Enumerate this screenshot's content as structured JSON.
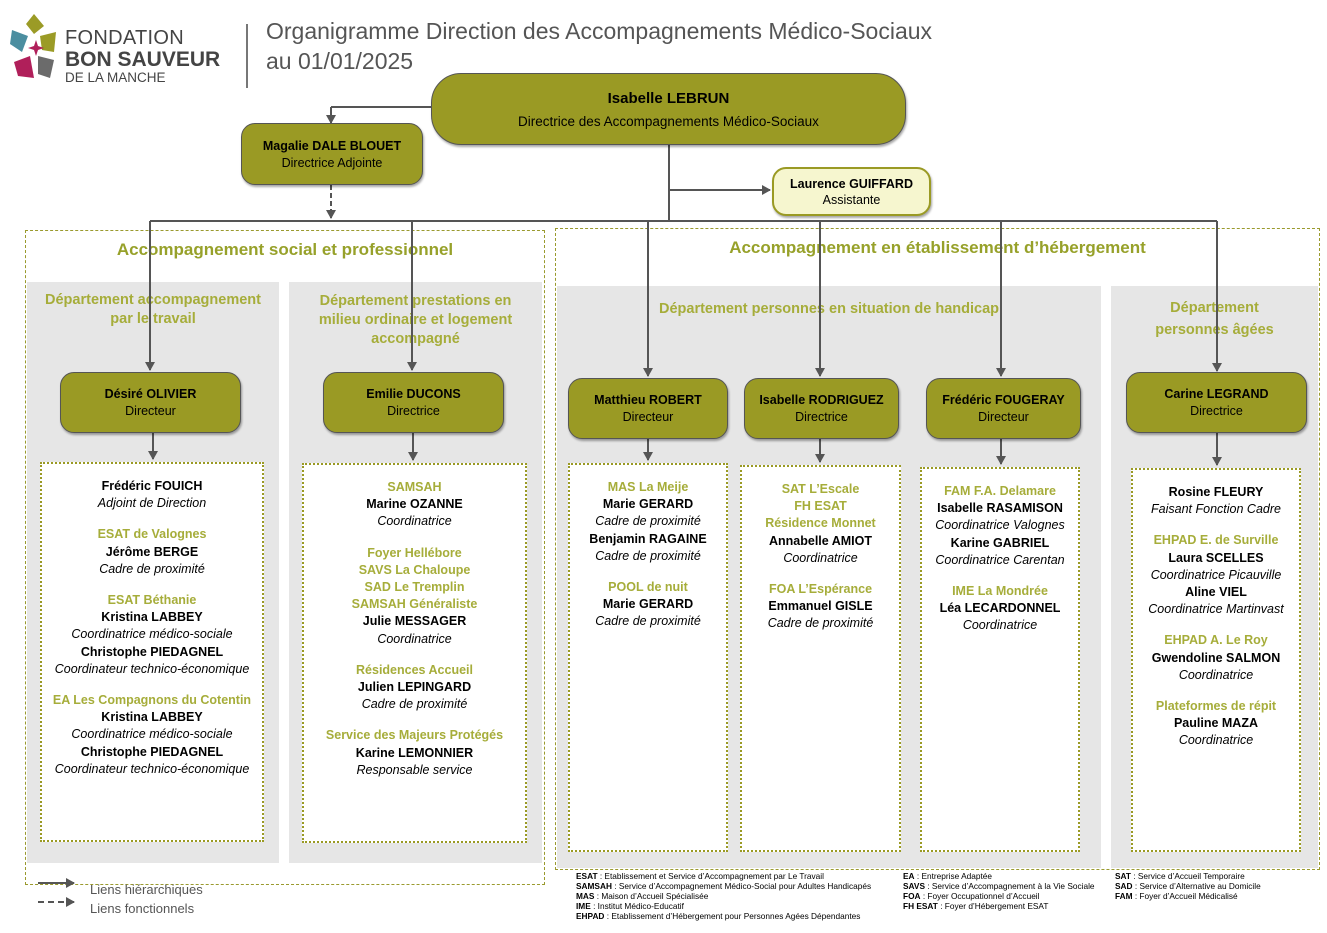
{
  "header": {
    "logo_line1": "FONDATION",
    "logo_line2": "BON SAUVEUR",
    "logo_line3": "DE LA MANCHE",
    "title_line1": "Organigramme Direction des Accompagnements Médico-Sociaux",
    "title_line2": "au 01/01/2025"
  },
  "top": {
    "director": {
      "name": "Isabelle LEBRUN",
      "role": "Directrice des Accompagnements Médico-Sociaux"
    },
    "deputy": {
      "name": "Magalie DALE BLOUET",
      "role": "Directrice Adjointe"
    },
    "assistant": {
      "name": "Laurence GUIFFARD",
      "role": "Assistante"
    }
  },
  "sections": {
    "social": "Accompagnement social et professionnel",
    "hebergement": "Accompagnement en établissement d’hébergement"
  },
  "departments": {
    "travail": {
      "title1": "Département accompagnement",
      "title2": "par le travail"
    },
    "milieu": {
      "title1": "Département prestations en",
      "title2": "milieu ordinaire et logement",
      "title3": "accompagné"
    },
    "handicap": {
      "title1": "Département personnes en situation de handicap"
    },
    "ages": {
      "title1": "Département",
      "title2": "personnes âgées"
    }
  },
  "directors": [
    {
      "name": "Désiré OLIVIER",
      "role": "Directeur"
    },
    {
      "name": "Emilie DUCONS",
      "role": "Directrice"
    },
    {
      "name": "Matthieu ROBERT",
      "role": "Directeur"
    },
    {
      "name": "Isabelle RODRIGUEZ",
      "role": "Directrice"
    },
    {
      "name": "Frédéric FOUGERAY",
      "role": "Directeur"
    },
    {
      "name": "Carine LEGRAND",
      "role": "Directrice"
    }
  ],
  "boxes": [
    [
      [
        {
          "t": "n",
          "v": "Frédéric FOUICH"
        },
        {
          "t": "r",
          "v": "Adjoint de Direction"
        }
      ],
      [
        {
          "t": "h",
          "v": "ESAT de Valognes"
        },
        {
          "t": "n",
          "v": "Jérôme BERGE"
        },
        {
          "t": "r",
          "v": "Cadre de proximité"
        }
      ],
      [
        {
          "t": "h",
          "v": "ESAT Béthanie"
        },
        {
          "t": "n",
          "v": "Kristina LABBEY"
        },
        {
          "t": "r",
          "v": "Coordinatrice médico-sociale"
        },
        {
          "t": "n",
          "v": "Christophe PIEDAGNEL"
        },
        {
          "t": "r",
          "v": "Coordinateur technico-économique"
        }
      ],
      [
        {
          "t": "h",
          "v": "EA Les Compagnons du Cotentin"
        },
        {
          "t": "n",
          "v": "Kristina LABBEY"
        },
        {
          "t": "r",
          "v": "Coordinatrice médico-sociale"
        },
        {
          "t": "n",
          "v": "Christophe PIEDAGNEL"
        },
        {
          "t": "r",
          "v": "Coordinateur technico-économique"
        }
      ]
    ],
    [
      [
        {
          "t": "h",
          "v": "SAMSAH"
        },
        {
          "t": "n",
          "v": "Marine OZANNE"
        },
        {
          "t": "r",
          "v": "Coordinatrice"
        }
      ],
      [
        {
          "t": "h",
          "v": "Foyer Hellébore"
        },
        {
          "t": "h",
          "v": "SAVS La Chaloupe"
        },
        {
          "t": "h",
          "v": "SAD Le Tremplin"
        },
        {
          "t": "h",
          "v": "SAMSAH Généraliste"
        },
        {
          "t": "n",
          "v": "Julie MESSAGER"
        },
        {
          "t": "r",
          "v": "Coordinatrice"
        }
      ],
      [
        {
          "t": "h",
          "v": "Résidences Accueil"
        },
        {
          "t": "n",
          "v": "Julien LEPINGARD"
        },
        {
          "t": "r",
          "v": "Cadre de proximité"
        }
      ],
      [
        {
          "t": "h",
          "v": "Service des Majeurs Protégés"
        },
        {
          "t": "n",
          "v": "Karine LEMONNIER"
        },
        {
          "t": "r",
          "v": "Responsable service"
        }
      ]
    ],
    [
      [
        {
          "t": "h",
          "v": "MAS La Meije"
        },
        {
          "t": "n",
          "v": "Marie GERARD"
        },
        {
          "t": "r",
          "v": "Cadre de proximité"
        },
        {
          "t": "n",
          "v": "Benjamin RAGAINE"
        },
        {
          "t": "r",
          "v": "Cadre de proximité"
        }
      ],
      [
        {
          "t": "h",
          "v": "POOL de nuit"
        },
        {
          "t": "n",
          "v": "Marie GERARD"
        },
        {
          "t": "r",
          "v": "Cadre de proximité"
        }
      ]
    ],
    [
      [
        {
          "t": "h",
          "v": "SAT L’Escale"
        },
        {
          "t": "h",
          "v": "FH ESAT"
        },
        {
          "t": "h",
          "v": "Résidence Monnet"
        },
        {
          "t": "n",
          "v": "Annabelle AMIOT"
        },
        {
          "t": "r",
          "v": "Coordinatrice"
        }
      ],
      [
        {
          "t": "h",
          "v": "FOA L’Espérance"
        },
        {
          "t": "n",
          "v": "Emmanuel GISLE"
        },
        {
          "t": "r",
          "v": "Cadre de proximité"
        }
      ]
    ],
    [
      [
        {
          "t": "h",
          "v": "FAM F.A. Delamare"
        },
        {
          "t": "n",
          "v": "Isabelle RASAMISON"
        },
        {
          "t": "r",
          "v": "Coordinatrice Valognes"
        },
        {
          "t": "n",
          "v": "Karine GABRIEL"
        },
        {
          "t": "r",
          "v": "Coordinatrice Carentan"
        }
      ],
      [
        {
          "t": "h",
          "v": "IME La Mondrée"
        },
        {
          "t": "n",
          "v": "Léa LECARDONNEL"
        },
        {
          "t": "r",
          "v": "Coordinatrice"
        }
      ]
    ],
    [
      [
        {
          "t": "n",
          "v": "Rosine FLEURY"
        },
        {
          "t": "r",
          "v": "Faisant Fonction Cadre"
        }
      ],
      [
        {
          "t": "h",
          "v": "EHPAD E. de Surville"
        },
        {
          "t": "n",
          "v": "Laura SCELLES"
        },
        {
          "t": "r",
          "v": "Coordinatrice Picauville"
        },
        {
          "t": "n",
          "v": "Aline VIEL"
        },
        {
          "t": "r",
          "v": "Coordinatrice Martinvast"
        }
      ],
      [
        {
          "t": "h",
          "v": "EHPAD A. Le Roy"
        },
        {
          "t": "n",
          "v": "Gwendoline SALMON"
        },
        {
          "t": "r",
          "v": "Coordinatrice"
        }
      ],
      [
        {
          "t": "h",
          "v": "Plateformes de répit"
        },
        {
          "t": "n",
          "v": "Pauline MAZA"
        },
        {
          "t": "r",
          "v": "Coordinatrice"
        }
      ]
    ]
  ],
  "legend": {
    "hierarchical": "Liens hiérarchiques",
    "functional": "Liens fonctionnels"
  },
  "abbreviations": [
    [
      {
        "k": "ESAT",
        "v": " : Etablissement et Service d’Accompagnement par Le Travail"
      },
      {
        "k": "SAMSAH",
        "v": " : Service d’Accompagnement Médico-Social pour Adultes Handicapés"
      },
      {
        "k": "MAS",
        "v": " : Maison d’Accueil Spécialisée"
      },
      {
        "k": "IME",
        "v": " : Institut Médico-Educatif"
      },
      {
        "k": "EHPAD",
        "v": " : Etablissement d’Hébergement pour Personnes Agées Dépendantes"
      }
    ],
    [
      {
        "k": "EA",
        "v": " : Entreprise Adaptée"
      },
      {
        "k": "SAVS",
        "v": " : Service d’Accompagnement à la Vie Sociale"
      },
      {
        "k": "FOA",
        "v": " : Foyer Occupationnel d’Accueil"
      },
      {
        "k": "FH ESAT",
        "v": " : Foyer d’Hébergement ESAT"
      }
    ],
    [
      {
        "k": "SAT",
        "v": " : Service d’Accueil Temporaire"
      },
      {
        "k": "SAD",
        "v": " : Service d’Alternative au Domicile"
      },
      {
        "k": "FAM",
        "v": " : Foyer d’Accueil Médicalisé"
      }
    ]
  ],
  "colors": {
    "olive": "#9a9a24",
    "olive_text": "#a6ad3a",
    "light_node": "#f6f6cf",
    "dept_bg": "#e6e6e6"
  }
}
